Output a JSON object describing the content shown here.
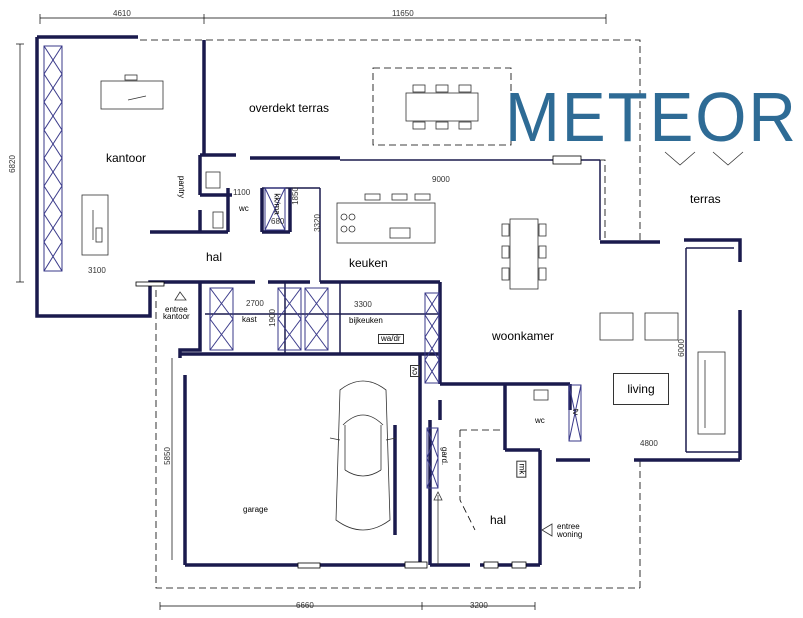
{
  "brand": {
    "logo_text": "METEOR",
    "logo_color": "#2e6b95"
  },
  "colors": {
    "wall": "#1a1a4d",
    "cabinet": "#3a3a8a",
    "line": "#000000"
  },
  "rooms": {
    "kantoor": "kantoor",
    "overdekt_terras": "overdekt terras",
    "terras": "terras",
    "hal_top": "hal",
    "keuken": "keuken",
    "woonkamer": "woonkamer",
    "living": "living",
    "kast": "kast",
    "bijkeuken": "bijkeuken",
    "wc_top": "wc",
    "wc_right": "wc",
    "garage": "garage",
    "hal_bottom": "hal",
    "pantry": "pantry",
    "kk_ma": "kk/ma",
    "wa_dr": "wa/dr",
    "cv": "cv",
    "tv": "tv",
    "gard": "gard.",
    "mk": "mk"
  },
  "labels": {
    "entree_kantoor": [
      "entree",
      "kantoor"
    ],
    "entree_woning": [
      "entree",
      "woning"
    ]
  },
  "dimensions": {
    "top_left": "4610",
    "top_right": "11650",
    "left_vertical": "6820",
    "d1100": "1100",
    "d1850": "1850",
    "d680": "680",
    "d3320": "3320",
    "d9000": "9000",
    "d3100": "3100",
    "d2700": "2700",
    "d3300": "3300",
    "d1900": "1900",
    "d6000": "6000",
    "d4800": "4800",
    "d5850": "5850",
    "bottom_left": "6660",
    "bottom_right": "3200"
  }
}
